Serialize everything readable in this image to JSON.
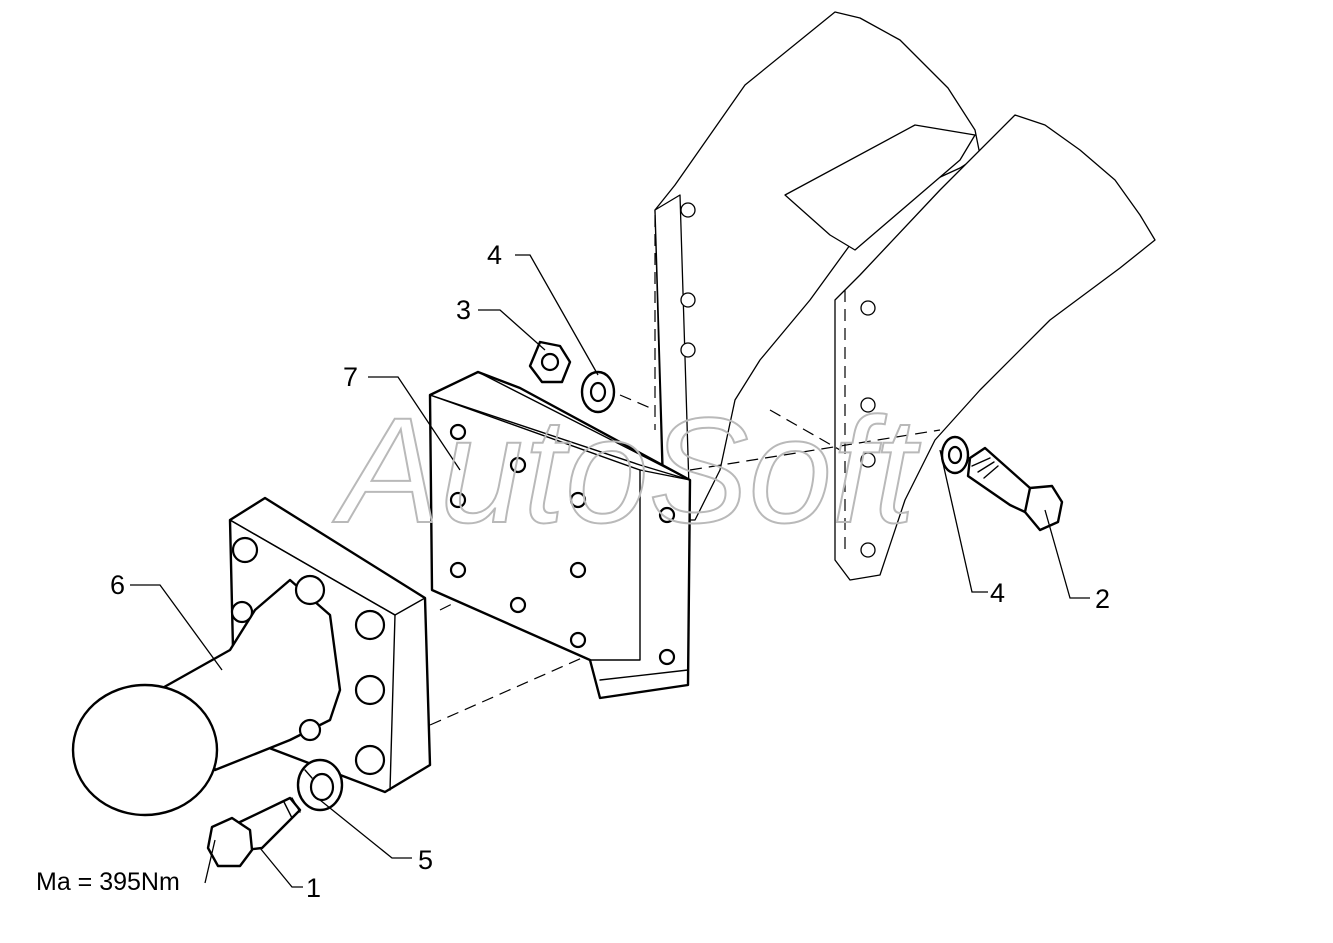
{
  "watermark": "AutoSoft",
  "torque_label": "Ma = 395Nm",
  "callouts": {
    "bolt_front": "1",
    "bolt_rear": "2",
    "nut": "3",
    "washer_upper": "4",
    "washer_lower": "4",
    "lock_washer": "5",
    "towball": "6",
    "plate": "7"
  }
}
